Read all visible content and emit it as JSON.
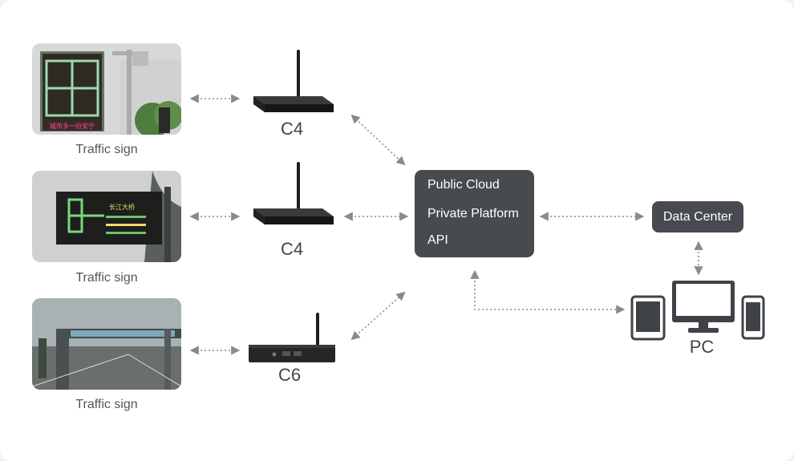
{
  "rows": [
    {
      "caption": "Traffic sign",
      "device": "C4",
      "photo_text": "城市多一份安宁"
    },
    {
      "caption": "Traffic sign",
      "device": "C4",
      "photo_text": "长江大桥"
    },
    {
      "caption": "Traffic sign",
      "device": "C6",
      "photo_text": ""
    }
  ],
  "cloud": {
    "line1": "Public Cloud",
    "line2": "Private Platform",
    "line3": "API"
  },
  "data_center": "Data Center",
  "pc": "PC",
  "colors": {
    "box": "#474a4f",
    "arrow": "#8a8a8a"
  }
}
